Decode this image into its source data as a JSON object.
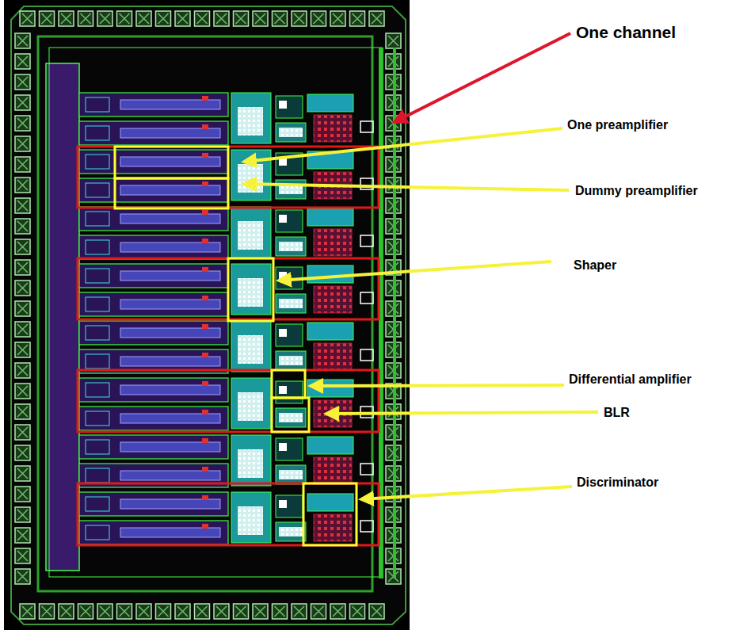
{
  "diagram": {
    "labels": [
      "One channel",
      "One preamplifier",
      "Dummy preamplifier",
      "Shaper",
      "Differential amplifier",
      "BLR",
      "Discriminator"
    ]
  }
}
